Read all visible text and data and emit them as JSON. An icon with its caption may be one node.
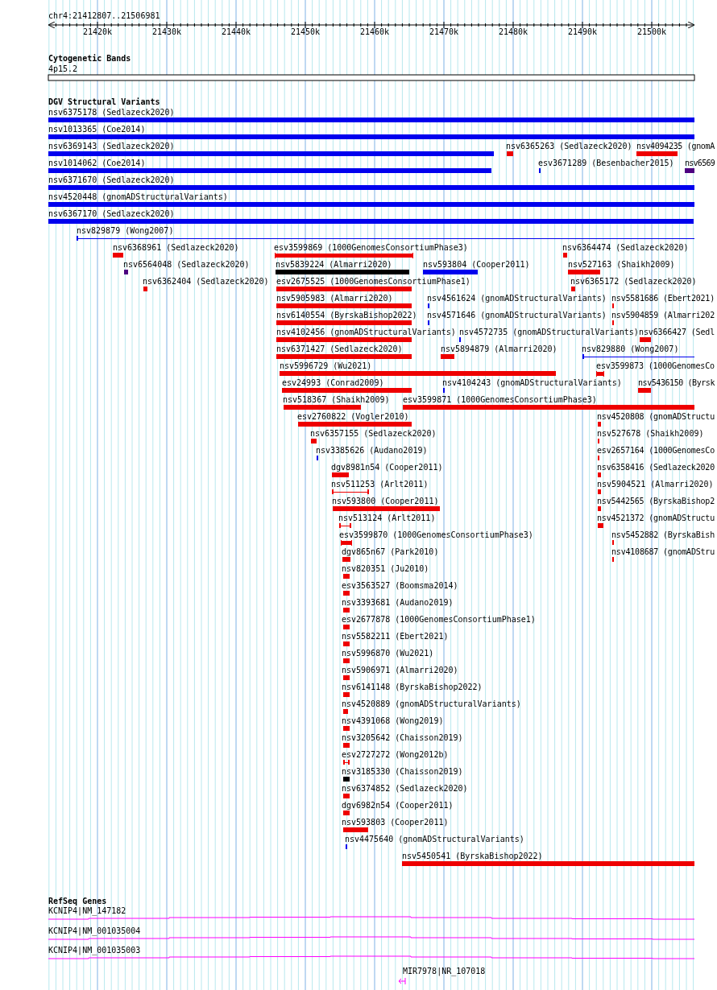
{
  "diagram": {
    "labels": [
      "chr4:21412807..21506981",
      "21420k",
      "21430k",
      "21440k",
      "21450k",
      "21460k",
      "21470k",
      "21480k",
      "21490k",
      "21500k",
      "Cytogenetic Bands",
      "4p15.2",
      "DGV Structural Variants",
      "nsv6375178 (Sedlazeck2020)",
      "nsv1013365 (Coe2014)",
      "nsv6369143 (Sedlazeck2020)",
      "nsv6365263 (Sedlazeck2020)",
      "nsv4094235 (gnomA",
      "nsv1014062 (Coe2014)",
      "esv3671289 (Besenbacher2015)",
      "nsv6569",
      "nsv6371670 (Sedlazeck2020)",
      "nsv4520448 (gnomADStructuralVariants)",
      "nsv6367170 (Sedlazeck2020)",
      "nsv829879 (Wong2007)",
      "nsv6368961 (Sedlazeck2020)",
      "esv3599869 (1000GenomesConsortiumPhase3)",
      "nsv6364474 (Sedlazeck2020)",
      "nsv6564048 (Sedlazeck2020)",
      "nsv5839224 (Almarri2020)",
      "nsv593804 (Cooper2011)",
      "nsv527163 (Shaikh2009)",
      "nsv6362404 (Sedlazeck2020)",
      "esv2675525 (1000GenomesConsortiumPhase1)",
      "nsv6365172 (Sedlazeck2020)",
      "nsv5905983 (Almarri2020)",
      "nsv4561624 (gnomADStructuralVariants)",
      "nsv5581686 (Ebert2021)",
      "nsv6140554 (ByrskaBishop2022)",
      "nsv4571646 (gnomADStructuralVariants)",
      "nsv5904859 (Almarri202",
      "nsv4102456 (gnomADStructuralVariants)",
      "nsv4572735 (gnomADStructuralVariants)",
      "nsv6366427 (Sedl",
      "nsv6371427 (Sedlazeck2020)",
      "nsv5894879 (Almarri2020)",
      "nsv829880 (Wong2007)",
      "nsv5996729 (Wu2021)",
      "esv3599873 (1000GenomesCo",
      "esv24993 (Conrad2009)",
      "nsv4104243 (gnomADStructuralVariants)",
      "nsv5436150 (Byrsk",
      "nsv518367 (Shaikh2009)",
      "esv3599871 (1000GenomesConsortiumPhase3)",
      "esv2760822 (Vogler2010)",
      "nsv4520808 (gnomADStructu",
      "nsv6357155 (Sedlazeck2020)",
      "nsv527678 (Shaikh2009)",
      "nsv3385626 (Audano2019)",
      "esv2657164 (1000GenomesCo",
      "dgv8981n54 (Cooper2011)",
      "nsv6358416 (Sedlazeck2020",
      "nsv511253 (Arlt2011)",
      "nsv5904521 (Almarri2020)",
      "nsv593800 (Cooper2011)",
      "nsv5442565 (ByrskaBishop2",
      "nsv513124 (Arlt2011)",
      "nsv4521372 (gnomADStructu",
      "esv3599870 (1000GenomesConsortiumPhase3)",
      "nsv5452882 (ByrskaBish",
      "dgv865n67 (Park2010)",
      "nsv4108687 (gnomADStru",
      "nsv820351 (Ju2010)",
      "esv3563527 (Boomsma2014)",
      "nsv3393681 (Audano2019)",
      "esv2677878 (1000GenomesConsortiumPhase1)",
      "nsv5582211 (Ebert2021)",
      "nsv5996870 (Wu2021)",
      "nsv5906971 (Almarri2020)",
      "nsv6141148 (ByrskaBishop2022)",
      "nsv4520889 (gnomADStructuralVariants)",
      "nsv4391068 (Wong2019)",
      "nsv3205642 (Chaisson2019)",
      "esv2727272 (Wong2012b)",
      "nsv3185330 (Chaisson2019)",
      "nsv6374852 (Sedlazeck2020)",
      "dgv6982n54 (Cooper2011)",
      "nsv593803 (Cooper2011)",
      "nsv4475640 (gnomADStructuralVariants)",
      "nsv5450541 (ByrskaBishop2022)",
      "RefSeq Genes",
      "KCNIP4|NM_147182",
      "KCNIP4|NM_001035004",
      "KCNIP4|NM_001035003",
      "MIR7978|NR_107018"
    ]
  }
}
